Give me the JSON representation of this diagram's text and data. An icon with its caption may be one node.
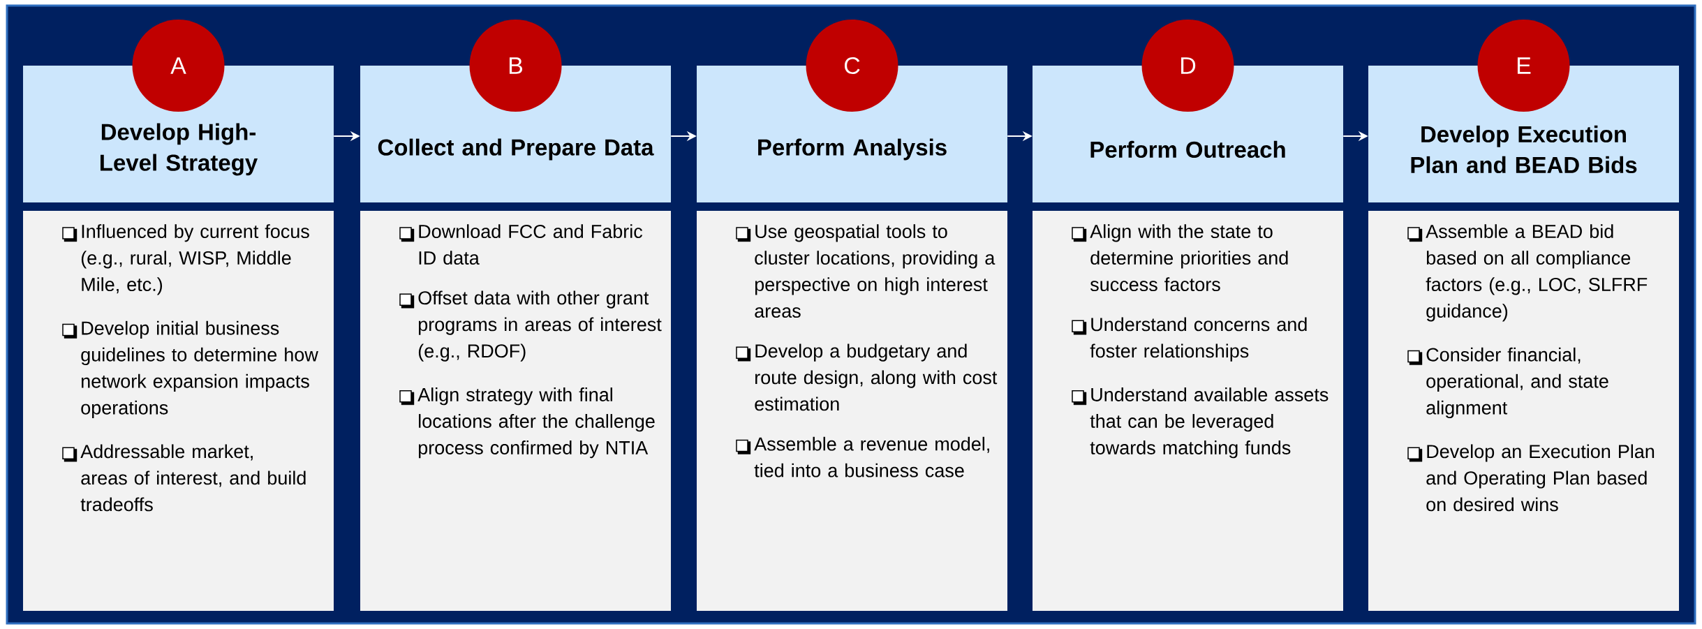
{
  "diagram": {
    "nodes": [
      {
        "text": [
          "A"
        ]
      },
      {
        "text": [
          "Develop High-Level Strategy"
        ]
      },
      {
        "text": [
          "Influenced by current focus (e.g., rural, WISP, Middle Mile, etc.)",
          "Develop initial business guidelines to determine how network expansion impacts operations",
          "Addressable market, areas of interest, and build tradeoffs"
        ]
      },
      {
        "text": [
          "B"
        ]
      },
      {
        "text": [
          "Collect and Prepare Data"
        ]
      },
      {
        "text": [
          "Download FCC and Fabric ID data",
          "Offset data with other grant programs in areas of interest (e.g., RDOF)",
          "Align strategy with final locations after the challenge process confirmed by NTIA"
        ]
      },
      {
        "text": [
          "C"
        ]
      },
      {
        "text": [
          "Perform Analysis"
        ]
      },
      {
        "text": [
          "Use geospatial tools to cluster locations, providing a perspective on high interest areas",
          "Develop a budgetary and route design, along with cost estimation",
          "Assemble a revenue model, tied into a business case"
        ]
      },
      {
        "text": [
          "D"
        ]
      },
      {
        "text": [
          "Perform Outreach"
        ]
      },
      {
        "text": [
          "Align with the state to determine priorities and success factors",
          "Understand concerns and foster relationships",
          "Understand available assets that can be leveraged towards matching funds"
        ]
      },
      {
        "text": [
          "E"
        ]
      },
      {
        "text": [
          "Develop Execution Plan and BEAD Bids"
        ]
      },
      {
        "text": [
          "Assemble a BEAD bid based on all compliance factors (e.g., LOC, SLFRF guidance)",
          "Consider financial, operational, and state alignment",
          "Develop an Execution Plan and Operating Plan based on desired wins"
        ]
      }
    ],
    "edges": [
      {
        "from": 1,
        "to": 4,
        "arrow": "to"
      },
      {
        "from": 4,
        "to": 7,
        "arrow": "to"
      },
      {
        "from": 7,
        "to": 10,
        "arrow": "to"
      },
      {
        "from": 10,
        "to": 13,
        "arrow": "to"
      }
    ]
  }
}
